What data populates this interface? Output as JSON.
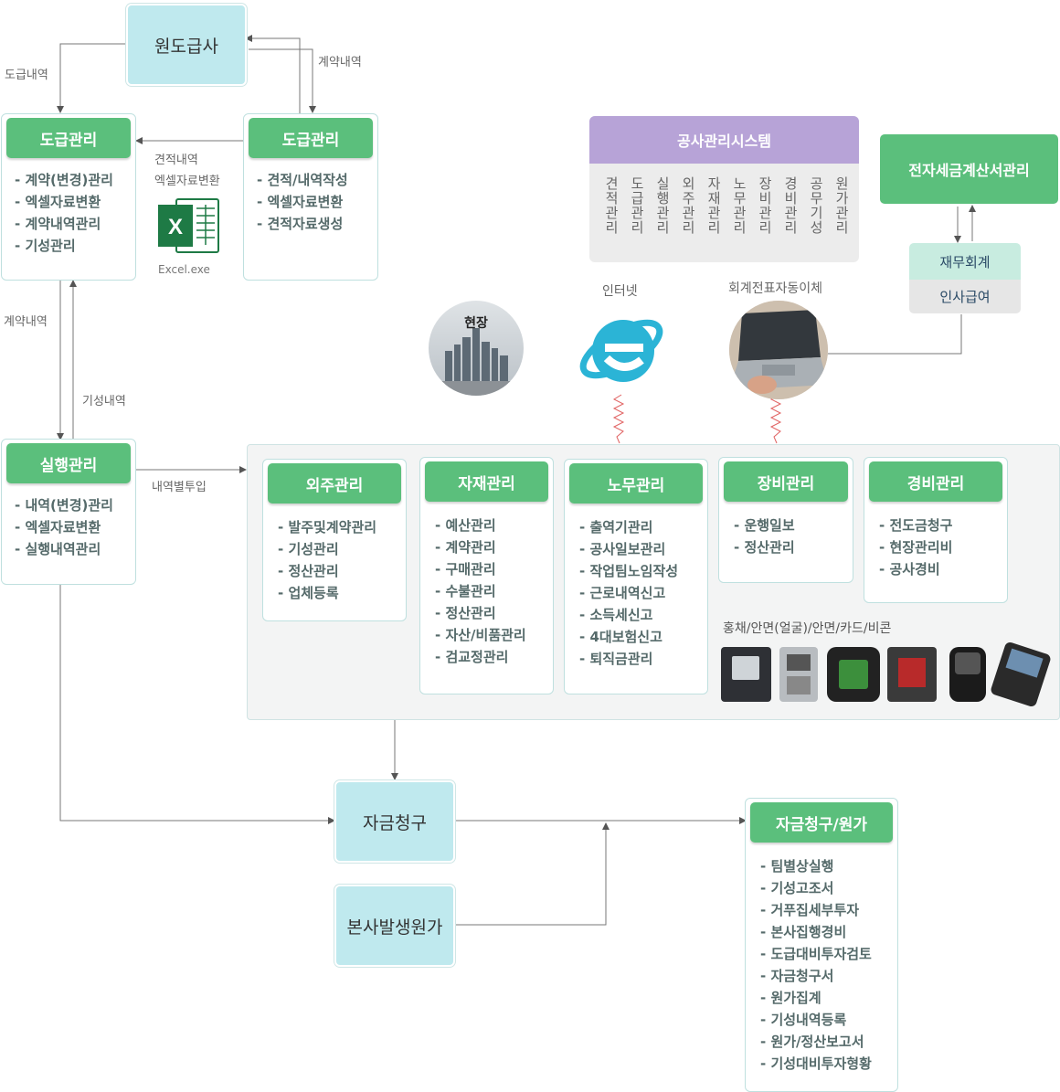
{
  "top_contractor": "원도급사",
  "subcontract_mgmt": {
    "title": "도급관리",
    "items": [
      "계약(변경)관리",
      "엑셀자료변환",
      "계약내역관리",
      "기성관리"
    ]
  },
  "estimate_mgmt": {
    "title": "도급관리",
    "items": [
      "견적/내역작성",
      "엑셀자료변환",
      "견적자료생성"
    ]
  },
  "execution_mgmt": {
    "title": "실행관리",
    "items": [
      "내역(변경)관리",
      "엑셀자료변환",
      "실행내역관리"
    ]
  },
  "excel": {
    "label": "Excel.exe",
    "letter": "X"
  },
  "edge_labels": {
    "subcontract_detail": "도급내역",
    "contract_detail_top": "계약내역",
    "estimate_detail": "견적내역",
    "excel_convert": "엑셀자료변환",
    "contract_detail_left": "계약내역",
    "progress_detail": "기성내역",
    "input_by_detail": "내역별투입"
  },
  "system": {
    "title": "공사관리시스템",
    "columns": [
      "견적관리",
      "도급관리",
      "실행관리",
      "외주관리",
      "자재관리",
      "노무관리",
      "장비관리",
      "경비관리",
      "공무기성",
      "원가관리"
    ]
  },
  "e_tax": {
    "title": "전자세금계산서관리"
  },
  "accounting": {
    "top": "재무회계",
    "bottom": "인사급여"
  },
  "icons": {
    "site": "현장",
    "internet": "인터넷",
    "auto_transfer": "회계전표자동이체"
  },
  "modules": [
    {
      "title": "외주관리",
      "items": [
        "발주및계약관리",
        "기성관리",
        "정산관리",
        "업체등록"
      ]
    },
    {
      "title": "자재관리",
      "items": [
        "예산관리",
        "계약관리",
        "구매관리",
        "수불관리",
        "정산관리",
        "자산/비품관리",
        "검교정관리"
      ]
    },
    {
      "title": "노무관리",
      "items": [
        "출역기관리",
        "공사일보관리",
        "작업팀노임작성",
        "근로내역신고",
        "소득세신고",
        "4대보험신고",
        "퇴직금관리"
      ]
    },
    {
      "title": "장비관리",
      "items": [
        "운행일보",
        "정산관리"
      ]
    },
    {
      "title": "경비관리",
      "items": [
        "전도금청구",
        "현장관리비",
        "공사경비"
      ]
    }
  ],
  "devices_caption": "홍채/안면(얼굴)/안면/카드/비콘",
  "funding_request": "자금청구",
  "hq_cost": "본사발생원가",
  "funding_cost": {
    "title": "자금청구/원가",
    "items": [
      "팀별상실행",
      "기성고조서",
      "거푸집세부투자",
      "본사집행경비",
      "도급대비투자검토",
      "자금청구서",
      "원가집계",
      "기성내역등록",
      "원가/정산보고서",
      "기성대비투자형황"
    ]
  },
  "colors": {
    "green": "#5bbf7c",
    "cyan": "#bfe9ee",
    "purple": "#b7a3d7",
    "teal_light": "#c8ece0"
  }
}
